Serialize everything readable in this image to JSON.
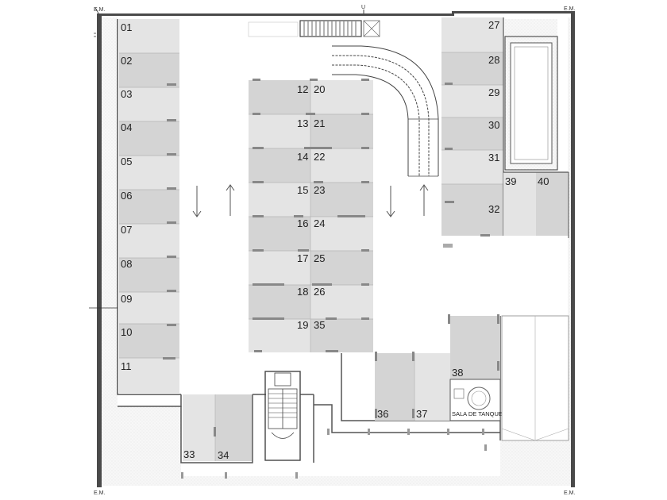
{
  "plan": {
    "colors": {
      "wall": "#4a4a4a",
      "spot_dark": "#d4d4d4",
      "spot_light": "#e4e4e4",
      "hatch": "#f2f2f2",
      "line": "#555555",
      "background": "#ffffff"
    },
    "top_marker": "U",
    "corner_marks": {
      "top_left": "E.M.",
      "top_right": "E.M.",
      "bottom_left": "E.M.",
      "bottom_right": "E.M."
    },
    "room": {
      "tank_room": "SALA DE TANQUE"
    },
    "spots": [
      {
        "id": "01",
        "label": "01"
      },
      {
        "id": "02",
        "label": "02"
      },
      {
        "id": "03",
        "label": "03"
      },
      {
        "id": "04",
        "label": "04"
      },
      {
        "id": "05",
        "label": "05"
      },
      {
        "id": "06",
        "label": "06"
      },
      {
        "id": "07",
        "label": "07"
      },
      {
        "id": "08",
        "label": "08"
      },
      {
        "id": "09",
        "label": "09"
      },
      {
        "id": "10",
        "label": "10"
      },
      {
        "id": "11",
        "label": "11"
      },
      {
        "id": "12",
        "label": "12"
      },
      {
        "id": "13",
        "label": "13"
      },
      {
        "id": "14",
        "label": "14"
      },
      {
        "id": "15",
        "label": "15"
      },
      {
        "id": "16",
        "label": "16"
      },
      {
        "id": "17",
        "label": "17"
      },
      {
        "id": "18",
        "label": "18"
      },
      {
        "id": "19",
        "label": "19"
      },
      {
        "id": "20",
        "label": "20"
      },
      {
        "id": "21",
        "label": "21"
      },
      {
        "id": "22",
        "label": "22"
      },
      {
        "id": "23",
        "label": "23"
      },
      {
        "id": "24",
        "label": "24"
      },
      {
        "id": "25",
        "label": "25"
      },
      {
        "id": "26",
        "label": "26"
      },
      {
        "id": "35",
        "label": "35"
      },
      {
        "id": "27",
        "label": "27"
      },
      {
        "id": "28",
        "label": "28"
      },
      {
        "id": "29",
        "label": "29"
      },
      {
        "id": "30",
        "label": "30"
      },
      {
        "id": "31",
        "label": "31"
      },
      {
        "id": "32",
        "label": "32"
      },
      {
        "id": "39",
        "label": "39"
      },
      {
        "id": "40",
        "label": "40"
      },
      {
        "id": "33",
        "label": "33"
      },
      {
        "id": "34",
        "label": "34"
      },
      {
        "id": "36",
        "label": "36"
      },
      {
        "id": "37",
        "label": "37"
      },
      {
        "id": "38",
        "label": "38"
      }
    ]
  }
}
